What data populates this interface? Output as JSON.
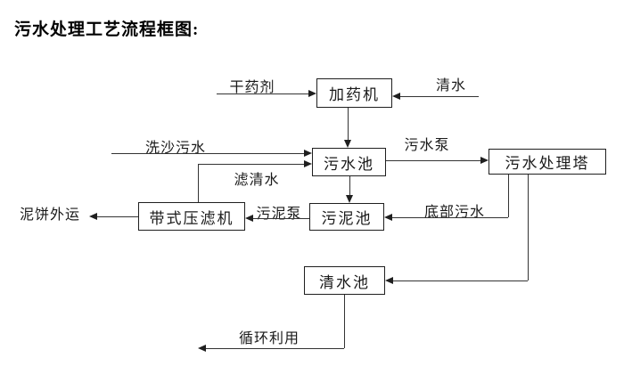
{
  "title": "污水处理工艺流程框图:",
  "nodes": {
    "dosing_machine": {
      "label": "加药机"
    },
    "sewage_pool": {
      "label": "污水池"
    },
    "treatment_tower": {
      "label": "污水处理塔"
    },
    "sludge_pool": {
      "label": "污泥池"
    },
    "belt_filter_press": {
      "label": "带式压滤机"
    },
    "clean_water_pool": {
      "label": "清水池"
    }
  },
  "flow_labels": {
    "dry_chemical": "干药剂",
    "clean_water_in": "清水",
    "sand_washing_sewage": "洗沙污水",
    "sewage_pump": "污水泵",
    "filtered_water": "滤清水",
    "sludge_pump": "污泥泵",
    "bottom_sewage": "底部污水",
    "mud_cake_out": "泥饼外运",
    "recycling": "循环利用"
  },
  "edges": [
    {
      "from": "dry_chemical_input",
      "to": "dosing_machine",
      "label": "干药剂"
    },
    {
      "from": "clean_water_input",
      "to": "dosing_machine",
      "label": "清水"
    },
    {
      "from": "dosing_machine",
      "to": "sewage_pool",
      "label": ""
    },
    {
      "from": "sand_washing_input",
      "to": "sewage_pool",
      "label": "洗沙污水"
    },
    {
      "from": "belt_filter_press",
      "to": "sewage_pool",
      "label": "滤清水"
    },
    {
      "from": "sewage_pool",
      "to": "treatment_tower",
      "label": "污水泵"
    },
    {
      "from": "sewage_pool",
      "to": "sludge_pool",
      "label": ""
    },
    {
      "from": "treatment_tower",
      "to": "sludge_pool",
      "label": "底部污水"
    },
    {
      "from": "treatment_tower",
      "to": "clean_water_pool",
      "label": ""
    },
    {
      "from": "sludge_pool",
      "to": "belt_filter_press",
      "label": "污泥泵"
    },
    {
      "from": "belt_filter_press",
      "to": "mud_cake_output",
      "label": "泥饼外运"
    },
    {
      "from": "clean_water_pool",
      "to": "recycling_output",
      "label": "循环利用"
    }
  ],
  "colors": {
    "background": "#ffffff",
    "line": "#333333",
    "box_border": "#1f1f1f",
    "text": "#111111"
  }
}
